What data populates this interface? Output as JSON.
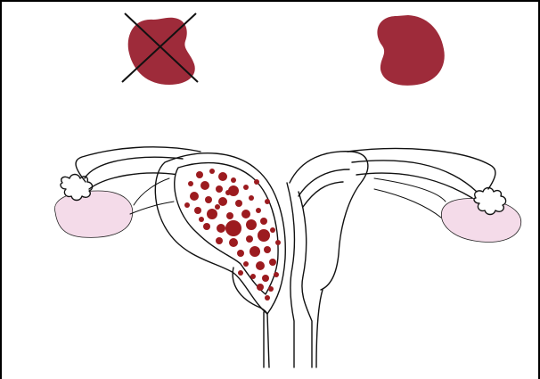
{
  "figure": {
    "kidney_color": "#9e2b3a",
    "ovary_color": "#f4dbe9",
    "cyst_color": "#9c1b1f",
    "cross_color": "#111111",
    "left_kidney_state": "absent",
    "right_kidney_state": "present",
    "left_side_condition": "cysts"
  }
}
